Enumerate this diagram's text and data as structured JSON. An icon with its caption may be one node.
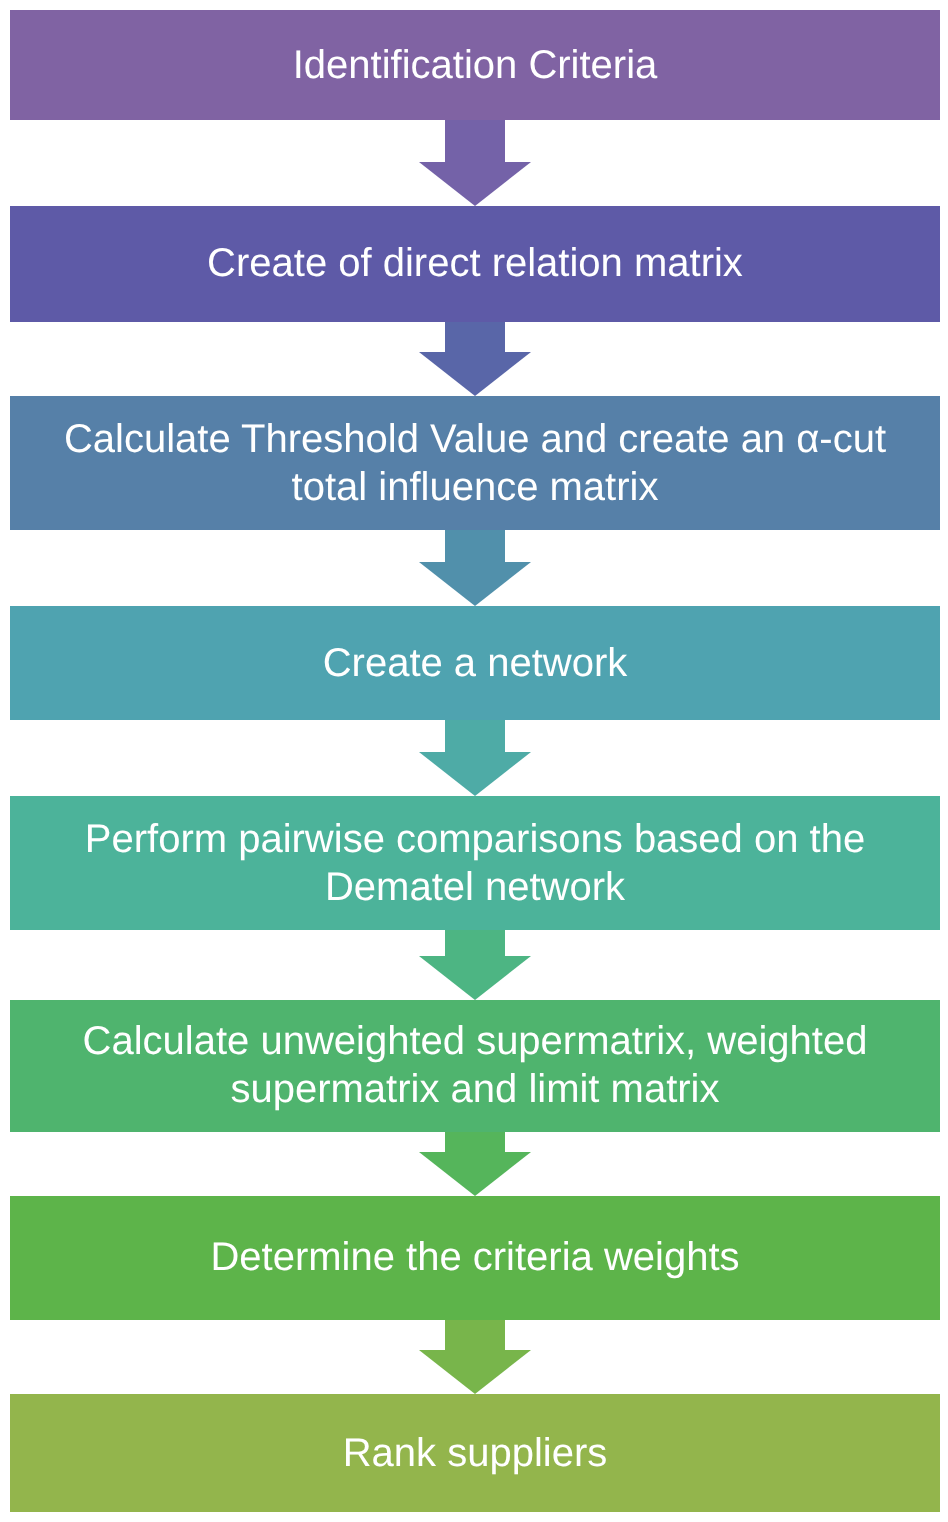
{
  "diagram": {
    "nodes": [
      {
        "text": [
          "Identification Criteria"
        ]
      },
      {
        "text": [
          "Create of direct relation matrix"
        ]
      },
      {
        "text": [
          "Calculate Threshold Value and create an α-cut total influence matrix"
        ]
      },
      {
        "text": [
          "Create a network"
        ]
      },
      {
        "text": [
          "Perform pairwise comparisons based on the Dematel network"
        ]
      },
      {
        "text": [
          "Calculate unweighted supermatrix, weighted supermatrix and limit matrix"
        ]
      },
      {
        "text": [
          "Determine the criteria weights"
        ]
      },
      {
        "text": [
          "Rank suppliers"
        ]
      }
    ],
    "edges": [
      {
        "from": 0,
        "to": 1,
        "arrow": "to",
        "color": "#7462a8"
      },
      {
        "from": 1,
        "to": 2,
        "arrow": "to",
        "color": "#5966a8"
      },
      {
        "from": 2,
        "to": 3,
        "arrow": "to",
        "color": "#5190ab"
      },
      {
        "from": 3,
        "to": 4,
        "arrow": "to",
        "color": "#4eaba6"
      },
      {
        "from": 4,
        "to": 5,
        "arrow": "to",
        "color": "#4db583"
      },
      {
        "from": 5,
        "to": 6,
        "arrow": "to",
        "color": "#55b55b"
      },
      {
        "from": 6,
        "to": 7,
        "arrow": "to",
        "color": "#78b54b"
      }
    ]
  }
}
